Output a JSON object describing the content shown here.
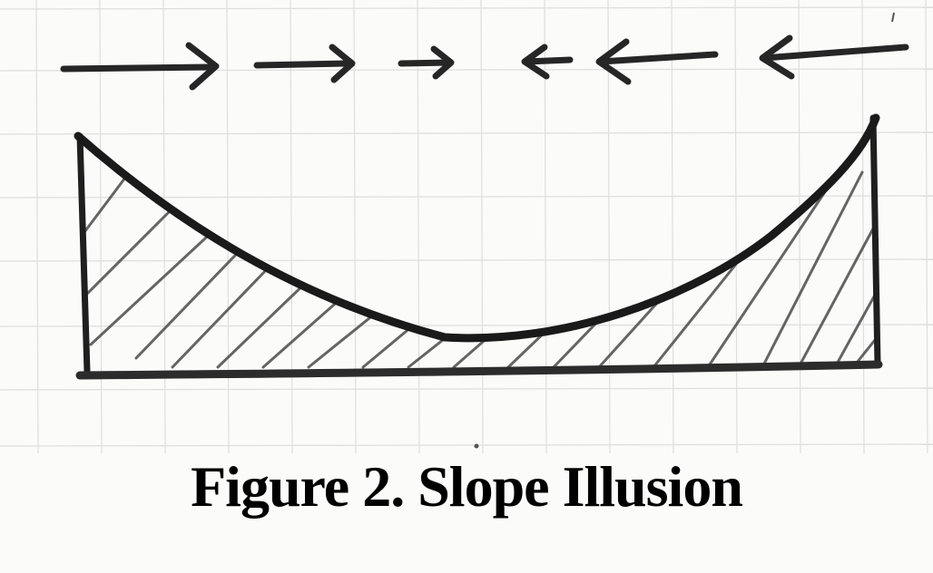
{
  "figure": {
    "caption": "Figure 2. Slope Illusion"
  },
  "arrows": [
    {
      "direction": "right",
      "relative_length": 1.0
    },
    {
      "direction": "right",
      "relative_length": 0.7
    },
    {
      "direction": "right",
      "relative_length": 0.4
    },
    {
      "direction": "left",
      "relative_length": 0.4
    },
    {
      "direction": "left",
      "relative_length": 0.8
    },
    {
      "direction": "left",
      "relative_length": 1.0
    }
  ],
  "colors": {
    "ink": "#1a1a1a",
    "pencil": "#3a3a3a",
    "grid": "#dcdcdc",
    "paper": "#fbfbfa"
  }
}
